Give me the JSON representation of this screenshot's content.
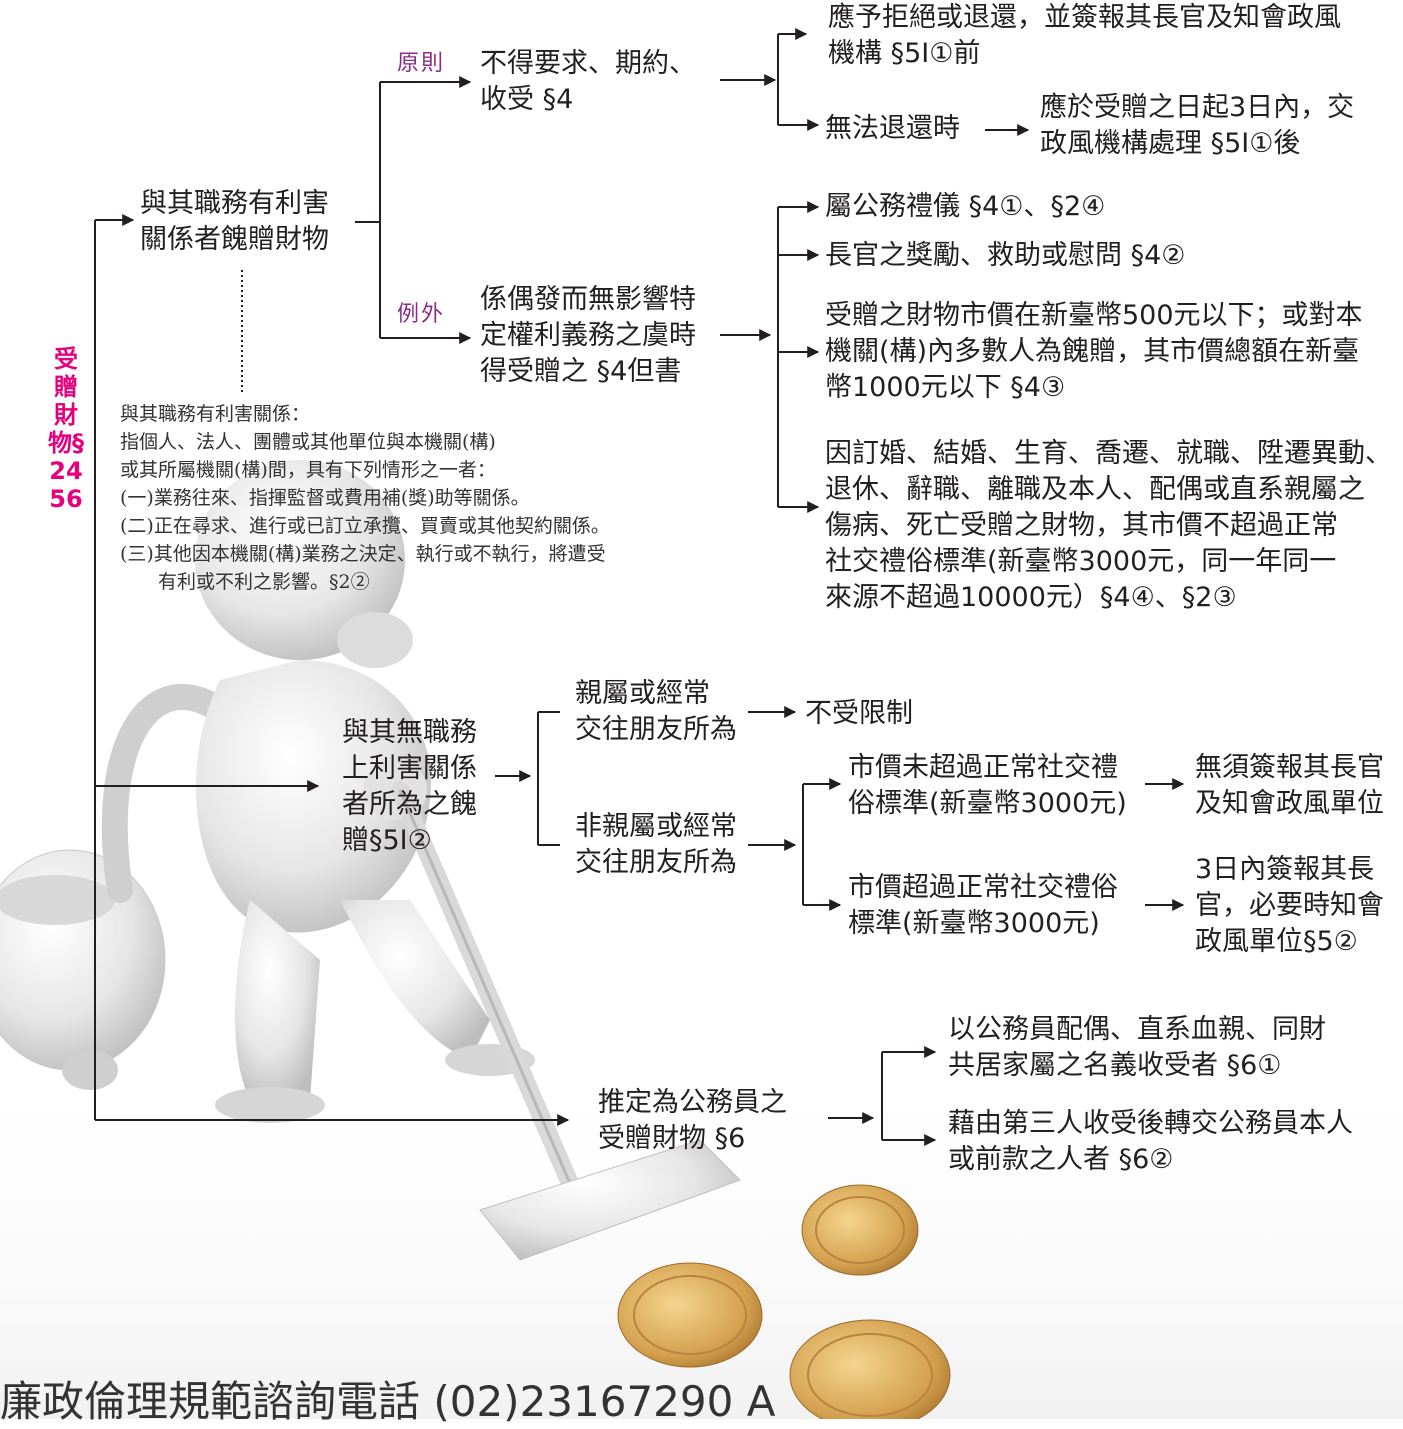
{
  "root": {
    "label": "受贈財物§2456"
  },
  "branch_interest": {
    "label": "與其職務有利害\n關係者餽贈財物",
    "principle_tag": "原則",
    "principle_text": "不得要求、期約、\n收受 §4",
    "principle_results": [
      "應予拒絕或退還，並簽報其長官及知會政風\n機構 §5Ⅰ①前",
      "無法退還時"
    ],
    "cannot_return_result": "應於受贈之日起3日內，交\n政風機構處理 §5Ⅰ①後",
    "exception_tag": "例外",
    "exception_text": "係偶發而無影響特\n定權利義務之虞時\n得受贈之 §4但書",
    "exception_results": [
      "屬公務禮儀 §4①、§2④",
      "長官之獎勵、救助或慰問 §4②",
      "受贈之財物市價在新臺幣500元以下；或對本\n機關(構)內多數人為餽贈，其市價總額在新臺\n幣1000元以下 §4③",
      "因訂婚、結婚、生育、喬遷、就職、陞遷異動、\n退休、辭職、離職及本人、配偶或直系親屬之\n傷病、死亡受贈之財物，其市價不超過正常\n社交禮俗標準(新臺幣3000元，同一年同一\n來源不超過10000元）§4④、§2③"
    ],
    "definition_note": "與其職務有利害關係：\n指個人、法人、團體或其他單位與本機關(構)\n或其所屬機關(構)間，具有下列情形之一者：\n(一)業務往來、指揮監督或費用補(獎)助等關係。\n(二)正在尋求、進行或已訂立承攬、買賣或其他契約關係。\n(三)其他因本機關(構)業務之決定、執行或不執行，將遭受\n　　有利或不利之影響。§2②"
  },
  "branch_no_interest": {
    "label": "與其無職務\n上利害關係\n者所為之餽\n贈§5Ⅰ②",
    "relative_text": "親屬或經常\n交往朋友所為",
    "relative_result": "不受限制",
    "non_relative_text": "非親屬或經常\n交往朋友所為",
    "under_standard": "市價未超過正常社交禮\n俗標準(新臺幣3000元)",
    "under_result": "無須簽報其長官\n及知會政風單位",
    "over_standard": "市價超過正常社交禮俗\n標準(新臺幣3000元)",
    "over_result": "3日內簽報其長\n官，必要時知會\n政風單位§5②"
  },
  "branch_presumed": {
    "label": "推定為公務員之\n受贈財物 §6",
    "results": [
      "以公務員配偶、直系血親、同財\n共居家屬之名義收受者 §6①",
      "藉由第三人收受後轉交公務員本人\n或前款之人者 §6②"
    ]
  },
  "footer": {
    "text": "廉政倫理規範諮詢電話 (02)23167290 A"
  },
  "colors": {
    "accent": "#e5007f",
    "tag": "#8b2c86",
    "line": "#231f20"
  }
}
